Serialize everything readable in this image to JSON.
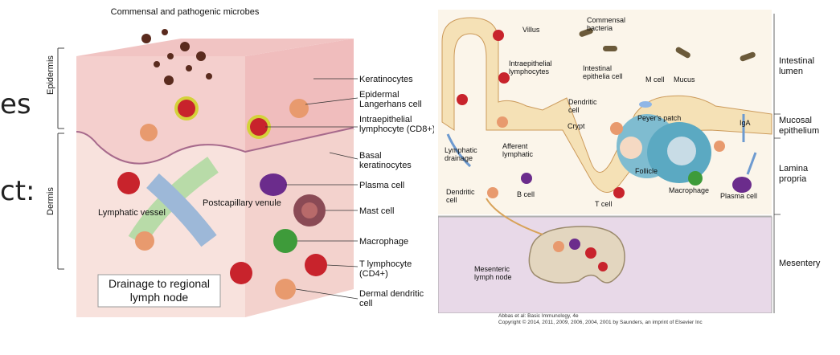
{
  "slide_edge": {
    "fragment_top": "es",
    "fragment_bottom": "ct:"
  },
  "left_figure": {
    "title": "Commensal and pathogenic microbes",
    "layer_epidermis": "Epidermis",
    "layer_dermis": "Dermis",
    "labels": {
      "keratinocytes": "Keratinocytes",
      "langerhans": "Epidermal Langerhans cell",
      "iel": "Intraepithelial lymphocyte (CD8+)",
      "basal": "Basal keratinocytes",
      "plasma": "Plasma cell",
      "mast": "Mast cell",
      "macrophage": "Macrophage",
      "t_cell": "T lymphocyte (CD4+)",
      "dermal_dc": "Dermal dendritic cell",
      "postcap": "Postcapillary venule",
      "lymphatic": "Lymphatic vessel",
      "drainage": "Drainage to regional lymph node"
    }
  },
  "right_figure": {
    "labels": {
      "villus": "Villus",
      "commensal": "Commensal bacteria",
      "iel": "Intraepithelial lymphocytes",
      "intestinal_epi": "Intestinal epithelia cell",
      "m_cell": "M cell",
      "mucus": "Mucus",
      "dendritic": "Dendritic cell",
      "crypt": "Crypt",
      "peyers": "Peyer's patch",
      "lymph_drainage": "Lymphatic drainage",
      "afferent": "Afferent lymphatic",
      "follicle": "Follicle",
      "iga": "IgA",
      "dendritic2": "Dendritic cell",
      "b_cell": "B cell",
      "t_cell": "T cell",
      "macrophage": "Macrophage",
      "plasma": "Plasma cell",
      "mesenteric": "Mesenteric lymph node"
    },
    "regions": {
      "lumen": "Intestinal lumen",
      "mucosal": "Mucosal epithelium",
      "lamina": "Lamina propria",
      "mesentery": "Mesentery"
    },
    "credit_line1": "Abbas et al: Basic Immunology, 4e",
    "credit_line2": "Copyright © 2014, 2011, 2009, 2006, 2004, 2001 by Saunders, an imprint of Elsevier Inc"
  },
  "colors": {
    "skin_top": "#f3c9c6",
    "dermis": "#f6dcd8",
    "epithelium": "#f5e1b6",
    "lamina": "#f9f1e4",
    "mesentery": "#e8d9e8",
    "t_cell_red": "#c8232c",
    "plasma_purple": "#6b2c8c",
    "macrophage_green": "#3e9b3a"
  }
}
